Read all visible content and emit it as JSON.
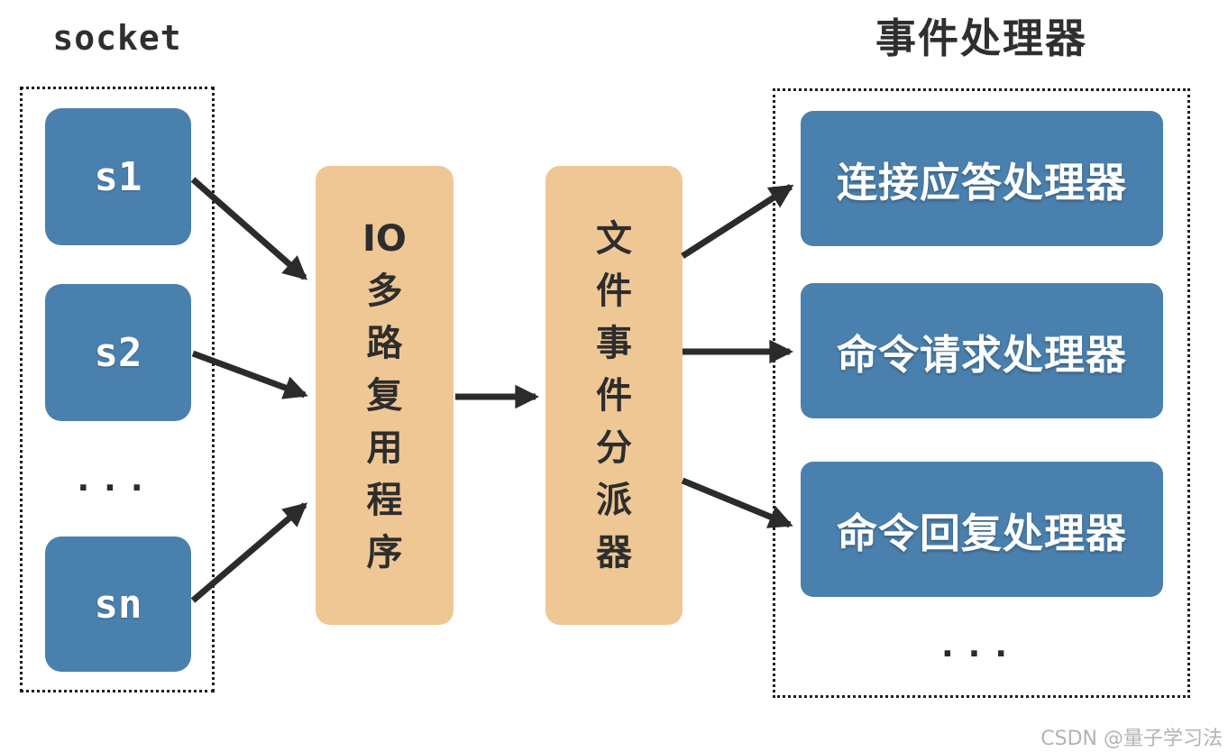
{
  "diagram": {
    "left_group": {
      "title": "socket",
      "sockets": [
        {
          "label": "s1"
        },
        {
          "label": "s2"
        },
        {
          "label": "sn"
        }
      ],
      "ellipsis": "···"
    },
    "multiplexer": {
      "label": "IO\n多\n路\n复\n用\n程\n序"
    },
    "dispatcher": {
      "label": "文\n件\n事\n件\n分\n派\n器"
    },
    "right_group": {
      "title": "事件处理器",
      "handlers": [
        {
          "label": "连接应答处理器"
        },
        {
          "label": "命令请求处理器"
        },
        {
          "label": "命令回复处理器"
        }
      ],
      "ellipsis": "···"
    },
    "watermark": "CSDN @量子学习法",
    "colors": {
      "node_blue": "#4a80ad",
      "box_orange": "#efc795",
      "arrow": "#2b2b2b",
      "dashed_border": "#1f1f1f",
      "title_text": "#2f2f2f",
      "node_text": "#ffffff",
      "watermark_text": "#b3b3b3"
    }
  }
}
